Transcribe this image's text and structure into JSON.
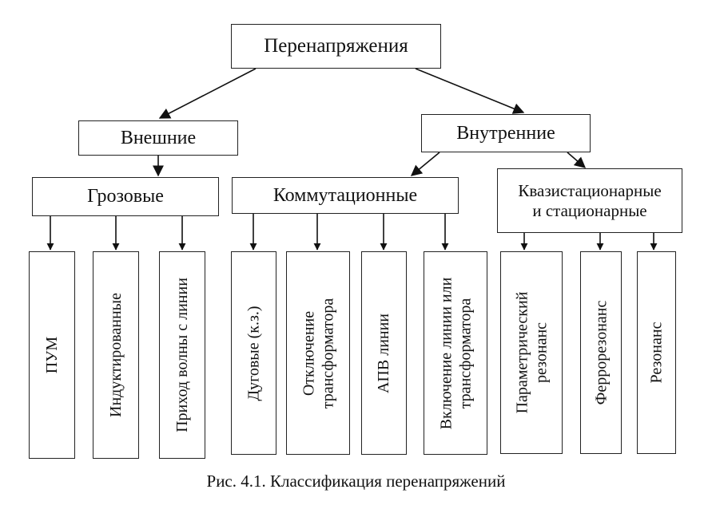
{
  "title": "Перенапряжения",
  "branches": {
    "external": "Внешние",
    "internal": "Внутренние"
  },
  "groups": {
    "lightning": "Грозовые",
    "switching": "Коммутационные",
    "quasi": [
      "Квазистационарные",
      "и стационарные"
    ]
  },
  "leaves": {
    "pum": [
      "ПУМ"
    ],
    "induced": [
      "Индуктированные"
    ],
    "wave": [
      "Приход волны с линии"
    ],
    "arc": [
      "Дуговые (к.з.)"
    ],
    "transformer_off": [
      "Отключение",
      "трансформатора"
    ],
    "apv": [
      "АПВ линии"
    ],
    "switch_on": [
      "Включение линии или",
      "трансформатора"
    ],
    "parametric": [
      "Параметрический",
      "резонанс"
    ],
    "ferro": [
      "Феррорезонанс"
    ],
    "resonance": [
      "Резонанс"
    ]
  },
  "caption": "Рис. 4.1. Классификация перенапряжений"
}
